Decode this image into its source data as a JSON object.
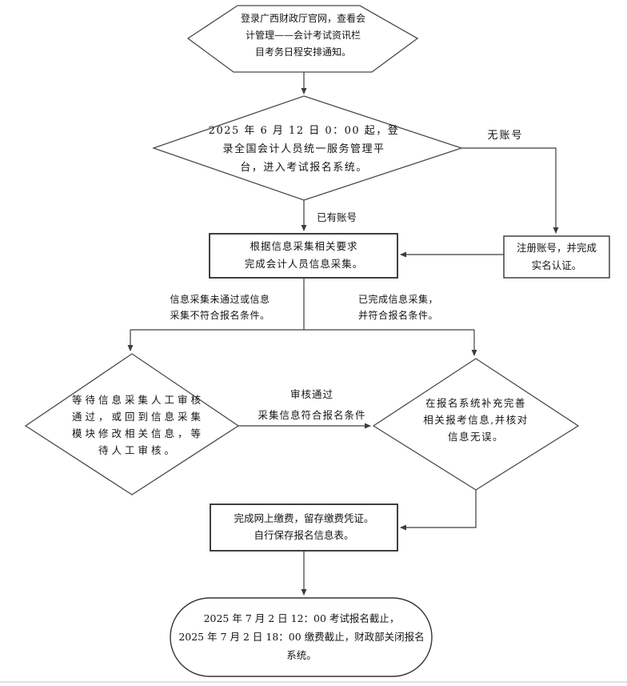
{
  "colors": {
    "background": "#ffffff",
    "connector": "#3d3d3d",
    "shape_border": "#4a4a4a",
    "rect_border": "#2b2b2b",
    "text": "#141414",
    "bottom_rule": "#d4d4de"
  },
  "flowchart": {
    "nodes": {
      "start_hexagon": {
        "text": "登录广西财政厅官网，查看会\n计管理——会计考试资讯栏\n目考务日程安排通知。"
      },
      "login_decision": {
        "text": "2025 年 6 月 12 日 0：00 起，登\n录全国会计人员统一服务管理平\n台，进入考试报名系统。"
      },
      "register_process": {
        "text": "注册账号，并完成\n实名认证。"
      },
      "collect_process": {
        "text": "根据信息采集相关要求\n完成会计人员信息采集。"
      },
      "review_decision": {
        "text": "等待信息采集人工审核\n通过，或回到信息采集\n模块修改相关信息，等\n待人工审核。"
      },
      "supplement_decision": {
        "text": "在报名系统补充完善\n相关报考信息,并核对\n信息无误。"
      },
      "payment_process": {
        "text": "完成网上缴费，留存缴费凭证。\n自行保存报名信息表。"
      },
      "end_terminator": {
        "text": "2025 年 7 月 2 日 12：00 考试报名截止，\n2025 年 7 月 2 日 18：00 缴费截止，财政部关闭报名\n系统。"
      }
    },
    "edge_labels": {
      "no_account": "无账号",
      "has_account": "已有账号",
      "collect_failed": "信息采集未通过或信息\n采集不符合报名条件。",
      "collect_passed": "已完成信息采集，\n并符合报名条件。",
      "review_passed": "审核通过\n采集信息符合报名条件"
    }
  }
}
